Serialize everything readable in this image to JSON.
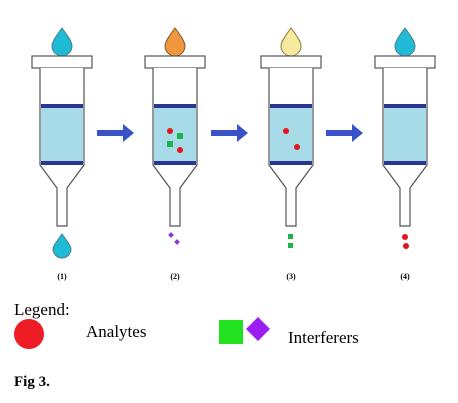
{
  "steps": [
    {
      "label": "(1)",
      "top_drop_color": "#1fbad6",
      "particles": [],
      "eluted": [
        {
          "shape": "drop",
          "color": "#1fbad6"
        }
      ]
    },
    {
      "label": "(2)",
      "top_drop_color": "#f0963e",
      "particles": [
        {
          "shape": "circle",
          "color": "#e4141c"
        },
        {
          "shape": "square",
          "color": "#1db24b"
        },
        {
          "shape": "square",
          "color": "#1db24b"
        },
        {
          "shape": "circle",
          "color": "#e4141c"
        }
      ],
      "eluted": [
        {
          "shape": "diamond",
          "color": "#8b34d9"
        },
        {
          "shape": "diamond",
          "color": "#8b34d9"
        }
      ]
    },
    {
      "label": "(3)",
      "top_drop_color": "#f6e9a0",
      "particles": [
        {
          "shape": "circle",
          "color": "#e4141c"
        },
        {
          "shape": "circle",
          "color": "#e4141c"
        }
      ],
      "eluted": [
        {
          "shape": "square",
          "color": "#1db24b"
        },
        {
          "shape": "square",
          "color": "#1db24b"
        }
      ]
    },
    {
      "label": "(4)",
      "top_drop_color": "#1fbad6",
      "particles": [],
      "eluted": [
        {
          "shape": "circle",
          "color": "#e4141c"
        },
        {
          "shape": "circle",
          "color": "#e4141c"
        }
      ]
    }
  ],
  "colors": {
    "column_fill": "#a7dbe8",
    "column_band": "#2c3590",
    "arrow": "#3a52c8",
    "outline": "#555555"
  },
  "legend": {
    "title": "Legend:",
    "analytes_label": "Analytes",
    "analytes_color": "#ee1c24",
    "interferers_label": "Interferers",
    "interferer_square_color": "#22e11e",
    "interferer_diamond_color": "#9b1df2"
  },
  "caption": "Fig 3."
}
